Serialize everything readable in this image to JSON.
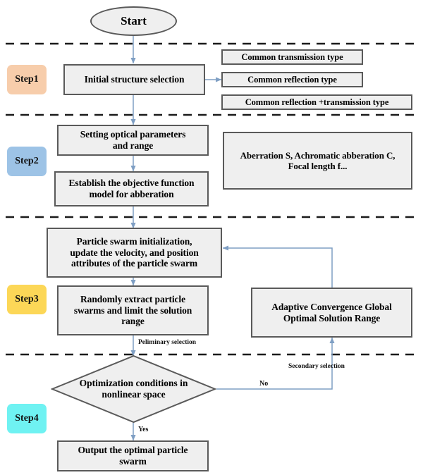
{
  "diagram": {
    "title": "Particle Swarm Optimization optical design flowchart",
    "colors": {
      "node_fill": "#efefef",
      "node_border": "#5a5a5a",
      "arrow": "#7f9fc4",
      "divider": "#1a1a1a",
      "step1_badge": "#f7cdab",
      "step2_badge": "#9dc3e6",
      "step3_badge": "#fcd757",
      "step4_badge": "#6ff2f2"
    }
  },
  "start": {
    "label": "Start"
  },
  "steps": [
    {
      "id": "step1",
      "label": "Step1",
      "color": "#f7cdab"
    },
    {
      "id": "step2",
      "label": "Step2",
      "color": "#9dc3e6"
    },
    {
      "id": "step3",
      "label": "Step3",
      "color": "#fcd757"
    },
    {
      "id": "step4",
      "label": "Step4",
      "color": "#6ff2f2"
    }
  ],
  "nodes": {
    "initial_structure": "Initial structure selection",
    "common_transmission": "Common transmission type",
    "common_reflection": "Common reflection type",
    "common_reflection_transmission": "Common reflection +transmission type",
    "setting_optical": "Setting optical parameters\nand range",
    "establish_objective": "Establish the objective function\nmodel for abberation",
    "aberration_note": "Aberration S, Achromatic abberation C,\nFocal length f...",
    "particle_init": "Particle swarm initialization,\nupdate the velocity, and position\nattributes of the particle swarm",
    "randomly_extract": "Randomly extract particle\nswarms and limit the solution\nrange",
    "adaptive_convergence": "Adaptive Convergence Global\nOptimal Solution Range",
    "optimization_conditions": "Optimization conditions in\nnonlinear space",
    "output_optimal": "Output the optimal particle\nswarm"
  },
  "edge_labels": {
    "preliminary": "Peliminary selection",
    "secondary": "Secondary selection",
    "no": "No",
    "yes": "Yes"
  }
}
